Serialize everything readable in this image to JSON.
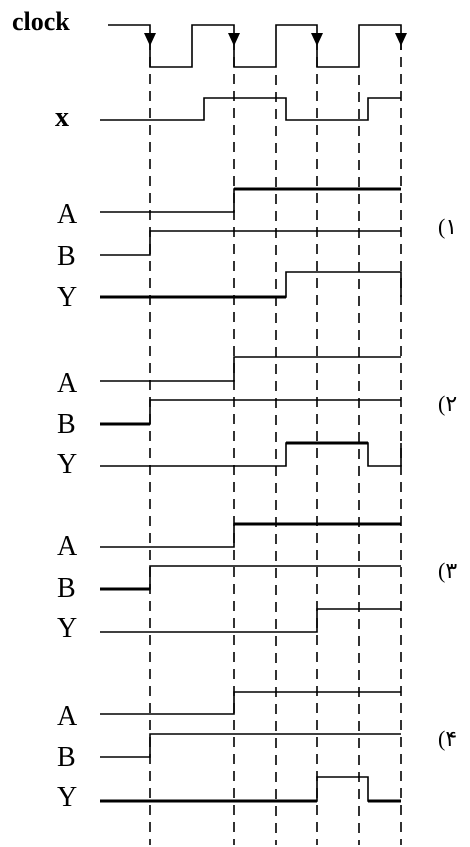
{
  "labels": {
    "clock": "clock",
    "x": "x",
    "A": "A",
    "B": "B",
    "Y": "Y"
  },
  "options": [
    {
      "label": "(۱"
    },
    {
      "label": "(۲"
    },
    {
      "label": "(۳"
    },
    {
      "label": "(۴"
    }
  ]
}
